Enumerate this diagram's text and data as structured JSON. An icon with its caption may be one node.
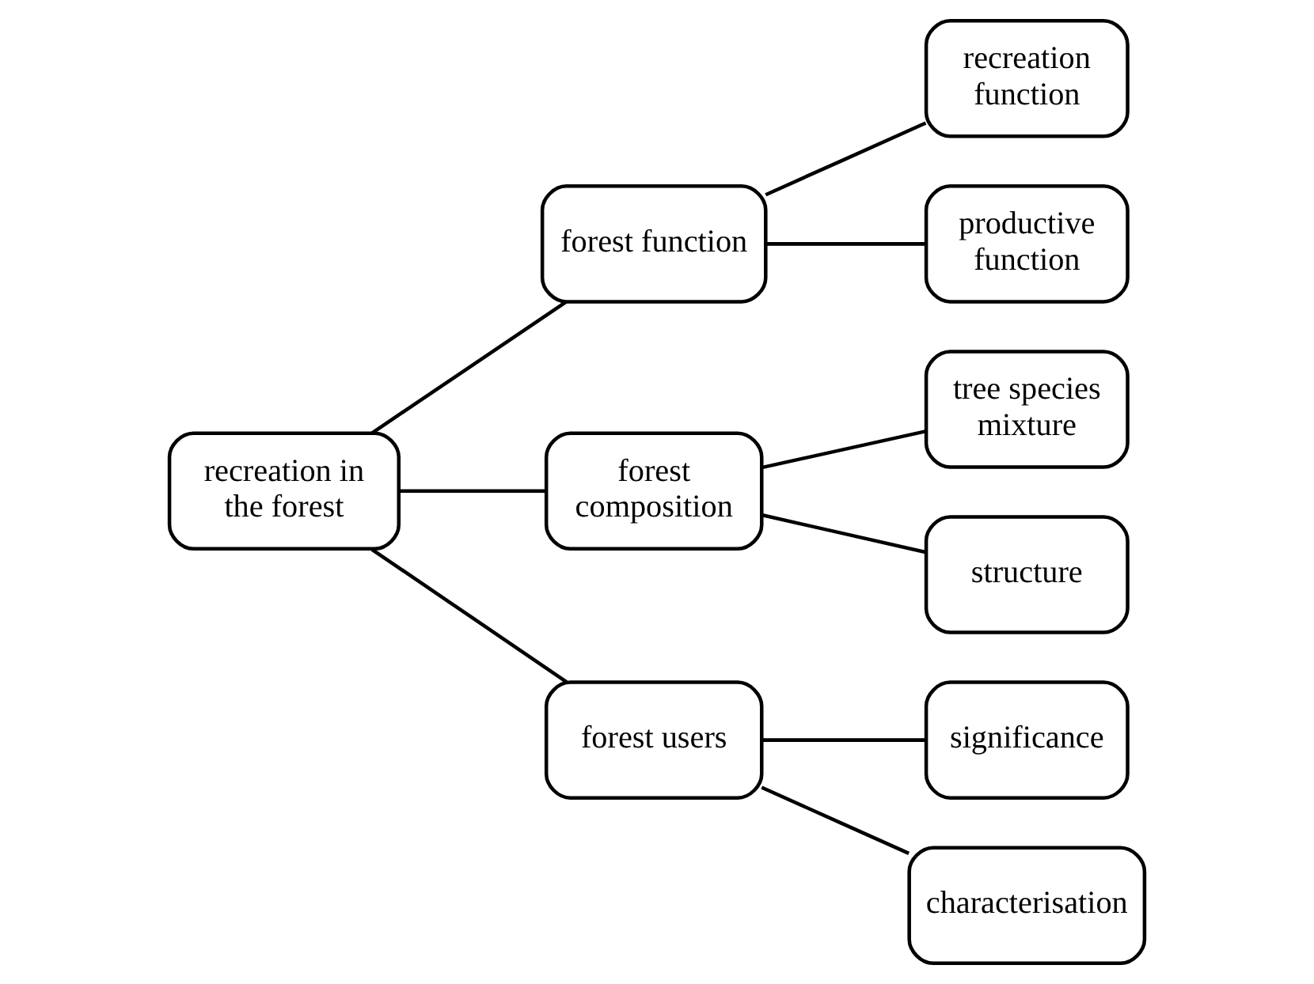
{
  "diagram": {
    "nodes": [
      {
        "text": [
          "recreation in the forest"
        ]
      },
      {
        "text": [
          "forest function"
        ]
      },
      {
        "text": [
          "forest composition"
        ]
      },
      {
        "text": [
          "forest users"
        ]
      },
      {
        "text": [
          "recreation function"
        ]
      },
      {
        "text": [
          "productive function"
        ]
      },
      {
        "text": [
          "tree species mixture"
        ]
      },
      {
        "text": [
          "structure"
        ]
      },
      {
        "text": [
          "significance"
        ]
      },
      {
        "text": [
          "characterisation"
        ]
      }
    ],
    "edges": [
      {
        "from": 0,
        "to": 1,
        "arrow": "none"
      },
      {
        "from": 0,
        "to": 2,
        "arrow": "none"
      },
      {
        "from": 0,
        "to": 3,
        "arrow": "none"
      },
      {
        "from": 1,
        "to": 4,
        "arrow": "none"
      },
      {
        "from": 1,
        "to": 5,
        "arrow": "none"
      },
      {
        "from": 2,
        "to": 6,
        "arrow": "none"
      },
      {
        "from": 2,
        "to": 7,
        "arrow": "none"
      },
      {
        "from": 3,
        "to": 8,
        "arrow": "none"
      },
      {
        "from": 3,
        "to": 9,
        "arrow": "none"
      }
    ]
  }
}
